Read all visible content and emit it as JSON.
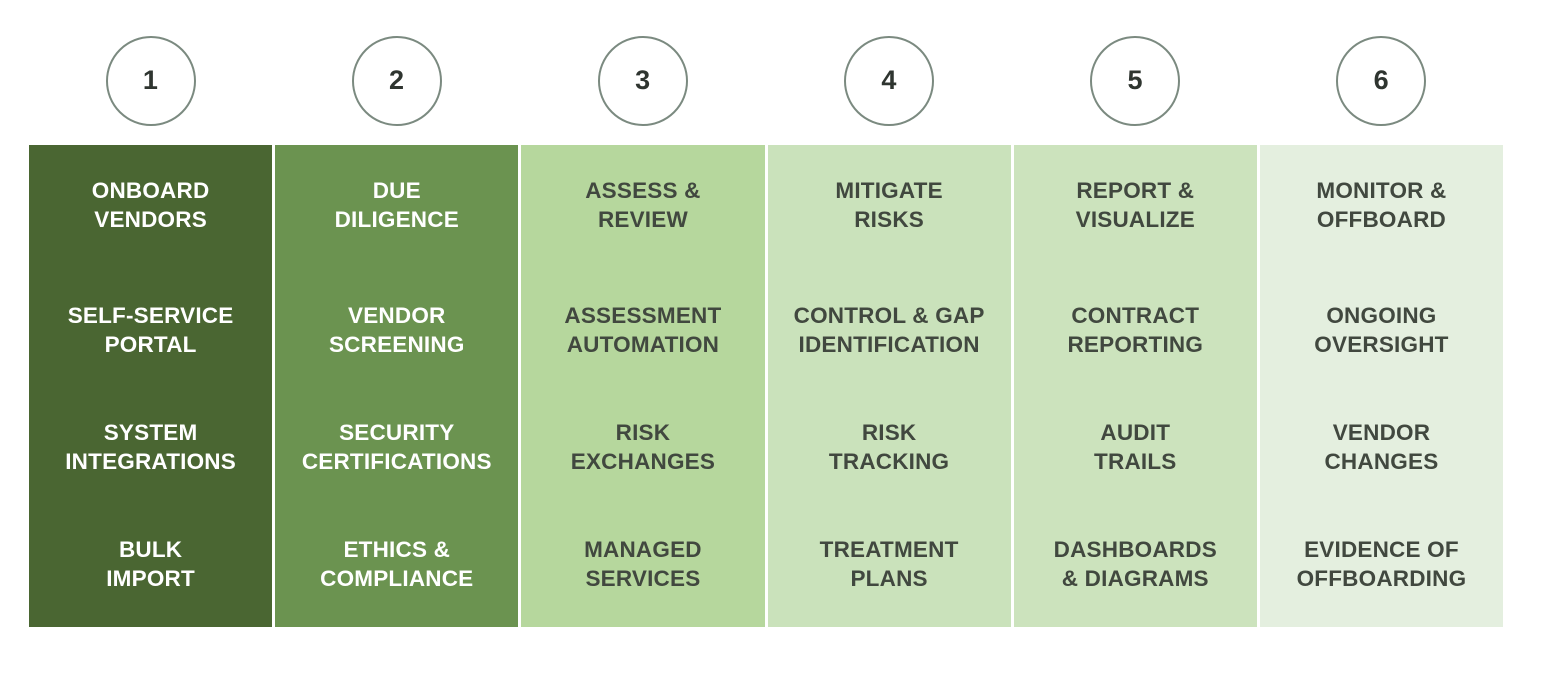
{
  "diagram": {
    "type": "process-stages",
    "background_color": "#ffffff",
    "circle_border_color": "#7b8a80",
    "circle_fill_color": "#ffffff",
    "circle_number_color": "#2f3530",
    "columns": [
      {
        "step_number": "1",
        "title": "ONBOARD\nVENDORS",
        "fill_color": "#4a6632",
        "text_color": "#ffffff",
        "items": [
          "SELF-SERVICE\nPORTAL",
          "SYSTEM\nINTEGRATIONS",
          "BULK\nIMPORT"
        ]
      },
      {
        "step_number": "2",
        "title": "DUE\nDILIGENCE",
        "fill_color": "#6b9350",
        "text_color": "#ffffff",
        "items": [
          "VENDOR\nSCREENING",
          "SECURITY\nCERTIFICATIONS",
          "ETHICS &\nCOMPLIANCE"
        ]
      },
      {
        "step_number": "3",
        "title": "ASSESS &\nREVIEW",
        "fill_color": "#b6d79d",
        "text_color": "#41483f",
        "items": [
          "ASSESSMENT\nAUTOMATION",
          "RISK\nEXCHANGES",
          "MANAGED\nSERVICES"
        ]
      },
      {
        "step_number": "4",
        "title": "MITIGATE\nRISKS",
        "fill_color": "#cae2bb",
        "text_color": "#41483f",
        "items": [
          "CONTROL & GAP\nIDENTIFICATION",
          "RISK\nTRACKING",
          "TREATMENT\nPLANS"
        ]
      },
      {
        "step_number": "5",
        "title": "REPORT &\nVISUALIZE",
        "fill_color": "#cce3bd",
        "text_color": "#41483f",
        "items": [
          "CONTRACT\nREPORTING",
          "AUDIT\nTRAILS",
          "DASHBOARDS\n& DIAGRAMS"
        ]
      },
      {
        "step_number": "6",
        "title": "MONITOR &\nOFFBOARD",
        "fill_color": "#e4efdf",
        "text_color": "#41483f",
        "items": [
          "ONGOING\nOVERSIGHT",
          "VENDOR\nCHANGES",
          "EVIDENCE OF\nOFFBOARDING"
        ]
      }
    ]
  }
}
